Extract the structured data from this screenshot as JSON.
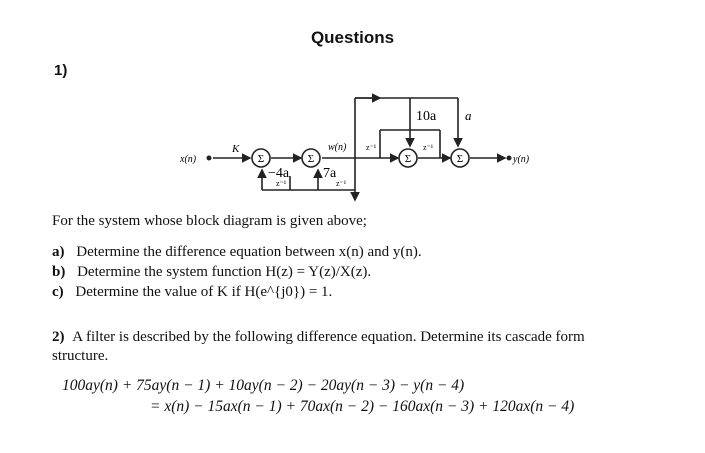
{
  "title": "Questions",
  "q1": {
    "number": "1)",
    "diagram": {
      "input": "x(n)",
      "output": "y(n)",
      "gain": "K",
      "w_label": "w(n)",
      "sum": "Σ",
      "delay": "z⁻¹",
      "coef_a": "−4a",
      "coef_b": "7a",
      "coef_c": "10a",
      "coef_d": "a"
    },
    "intro": "For the system whose block diagram is given above;",
    "parts": [
      {
        "label": "a)",
        "text": "Determine the difference equation between x(n) and y(n)."
      },
      {
        "label": "b)",
        "text": "Determine the system function H(z) = Y(z)/X(z)."
      },
      {
        "label": "c)",
        "text": "Determine the value of K if H(e^{j0}) = 1."
      }
    ]
  },
  "q2": {
    "number": "2)",
    "text_line1": "A filter is described by the following difference equation. Determine its cascade form",
    "text_line2": "structure.",
    "eq_line1": "100ay(n) + 75ay(n − 1) + 10ay(n − 2) − 20ay(n − 3) − y(n − 4)",
    "eq_line2": "= x(n) − 15ax(n − 1) + 70ax(n − 2) − 160ax(n − 3) + 120ax(n − 4)"
  }
}
